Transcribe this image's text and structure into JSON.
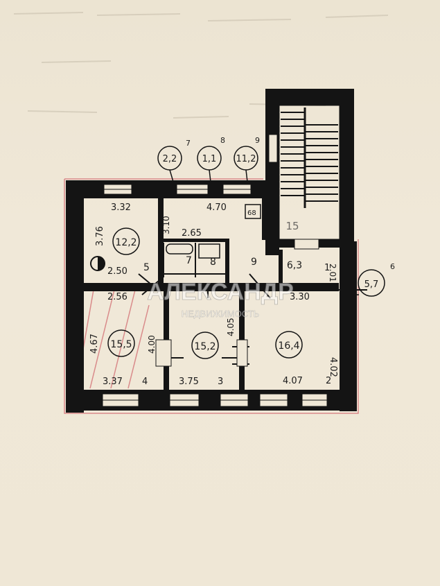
{
  "external_markers": [
    {
      "value": "2,2",
      "index": "7"
    },
    {
      "value": "1,1",
      "index": "8"
    },
    {
      "value": "11,2",
      "index": "9"
    },
    {
      "value": "5,7",
      "index": "6"
    }
  ],
  "room_areas": {
    "kitchen": "12,2",
    "room_left": "15,5",
    "room_middle": "15,2",
    "room_right": "16,4",
    "small_right": "6,3",
    "stair": "15"
  },
  "room_numbers": {
    "bath": "7",
    "wc": "8",
    "hall": "9",
    "stair_num": "5"
  },
  "dimensions": {
    "d_332": "3.32",
    "d_376": "3.76",
    "d_470": "4.70",
    "d_68": "68",
    "d_265": "2.65",
    "d_310": "3.10",
    "d_250": "2.50",
    "d_256": "2.56",
    "d_467": "4.67",
    "d_400": "4.00",
    "d_405": "4.05",
    "d_402": "4.02",
    "d_337": "3.37",
    "d_4": "4",
    "d_375": "3.75",
    "d_3": "3",
    "d_407": "4.07",
    "d_2": "2",
    "d_1": "1",
    "d_201": "2.01",
    "d_330": "3.30"
  },
  "watermark": {
    "brand": "АЛЕКСАНДР",
    "tagline": "НЕДВИЖИМОСТЬ"
  },
  "colors": {
    "wall": "#141414",
    "paper": "#efe7d6",
    "red_line": "#d98a8a"
  }
}
